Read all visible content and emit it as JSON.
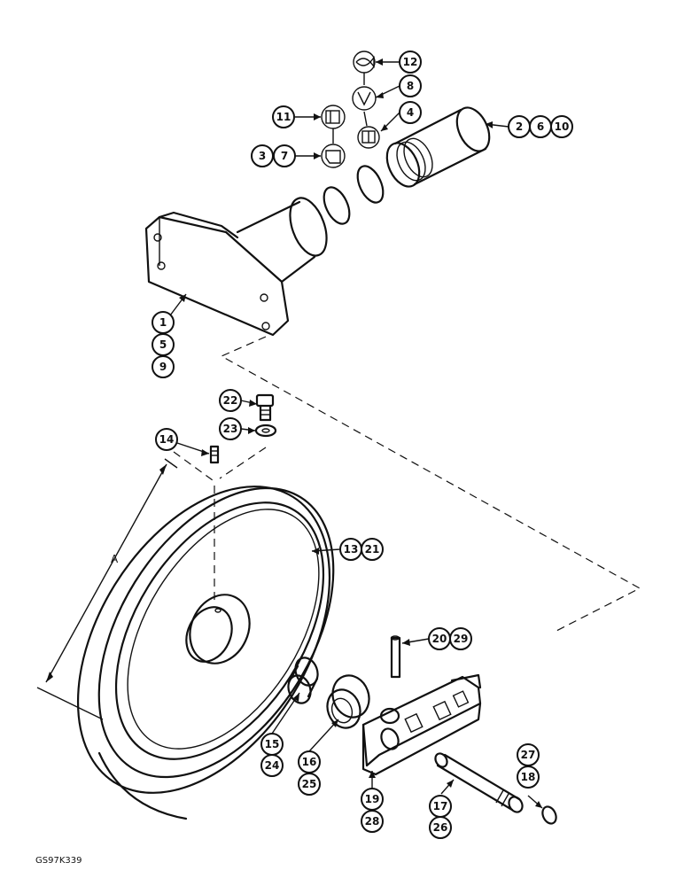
{
  "drawing_code": "GS97K339",
  "dimension_label": "A",
  "callouts": {
    "c1": "1",
    "c2": "2",
    "c3": "3",
    "c4": "4",
    "c5": "5",
    "c6": "6",
    "c7": "7",
    "c8": "8",
    "c9": "9",
    "c10": "10",
    "c11": "11",
    "c12": "12",
    "c13": "13",
    "c14": "14",
    "c15": "15",
    "c16": "16",
    "c17": "17",
    "c18": "18",
    "c19": "19",
    "c20": "20",
    "c21": "21",
    "c22": "22",
    "c23": "23",
    "c24": "24",
    "c25": "25",
    "c26": "26",
    "c27": "27",
    "c28": "28",
    "c29": "29"
  }
}
